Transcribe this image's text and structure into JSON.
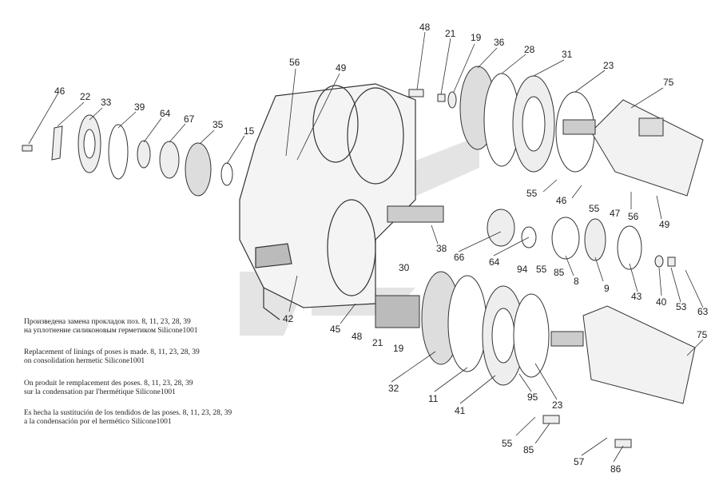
{
  "callouts": [
    {
      "id": "46a",
      "text": "46"
    },
    {
      "id": "22",
      "text": "22"
    },
    {
      "id": "33",
      "text": "33"
    },
    {
      "id": "39",
      "text": "39"
    },
    {
      "id": "64a",
      "text": "64"
    },
    {
      "id": "67",
      "text": "67"
    },
    {
      "id": "35",
      "text": "35"
    },
    {
      "id": "15",
      "text": "15"
    },
    {
      "id": "56a",
      "text": "56"
    },
    {
      "id": "49a",
      "text": "49"
    },
    {
      "id": "48a",
      "text": "48"
    },
    {
      "id": "21a",
      "text": "21"
    },
    {
      "id": "19a",
      "text": "19"
    },
    {
      "id": "36",
      "text": "36"
    },
    {
      "id": "28",
      "text": "28"
    },
    {
      "id": "31",
      "text": "31"
    },
    {
      "id": "23a",
      "text": "23"
    },
    {
      "id": "75a",
      "text": "75"
    },
    {
      "id": "55a",
      "text": "55"
    },
    {
      "id": "46b",
      "text": "46"
    },
    {
      "id": "56b",
      "text": "56"
    },
    {
      "id": "49b",
      "text": "49"
    },
    {
      "id": "55b",
      "text": "55"
    },
    {
      "id": "47",
      "text": "47"
    },
    {
      "id": "38",
      "text": "38"
    },
    {
      "id": "66",
      "text": "66"
    },
    {
      "id": "64b",
      "text": "64"
    },
    {
      "id": "30",
      "text": "30"
    },
    {
      "id": "94",
      "text": "94"
    },
    {
      "id": "55c",
      "text": "55"
    },
    {
      "id": "85a",
      "text": "85"
    },
    {
      "id": "8",
      "text": "8"
    },
    {
      "id": "9",
      "text": "9"
    },
    {
      "id": "43",
      "text": "43"
    },
    {
      "id": "40",
      "text": "40"
    },
    {
      "id": "53",
      "text": "53"
    },
    {
      "id": "63",
      "text": "63"
    },
    {
      "id": "42",
      "text": "42"
    },
    {
      "id": "45",
      "text": "45"
    },
    {
      "id": "48b",
      "text": "48"
    },
    {
      "id": "21b",
      "text": "21"
    },
    {
      "id": "19b",
      "text": "19"
    },
    {
      "id": "32",
      "text": "32"
    },
    {
      "id": "11",
      "text": "11"
    },
    {
      "id": "41",
      "text": "41"
    },
    {
      "id": "95",
      "text": "95"
    },
    {
      "id": "23b",
      "text": "23"
    },
    {
      "id": "75b",
      "text": "75"
    },
    {
      "id": "55d",
      "text": "55"
    },
    {
      "id": "85b",
      "text": "85"
    },
    {
      "id": "57",
      "text": "57"
    },
    {
      "id": "86",
      "text": "86"
    }
  ],
  "notes": [
    {
      "id": "ru",
      "line1": "Произведена замена прокладок поз. 8, 11, 23, 28, 39",
      "line2": "на уплотнение силиконовым герметиком Silicone1001"
    },
    {
      "id": "en",
      "line1": "Replacement of linings of poses is made. 8, 11, 23, 28, 39",
      "line2": "on consolidation hermetic Silicone1001"
    },
    {
      "id": "fr",
      "line1": "On produit le remplacement des poses. 8, 11, 23, 28, 39",
      "line2": "sur la condensation par l'hermétique Silicone1001"
    },
    {
      "id": "es",
      "line1": "Es hecha la sustitución de los tendidos de las poses. 8, 11, 23, 28, 39",
      "line2": "a la condensación por el hermético Silicone1001"
    }
  ]
}
